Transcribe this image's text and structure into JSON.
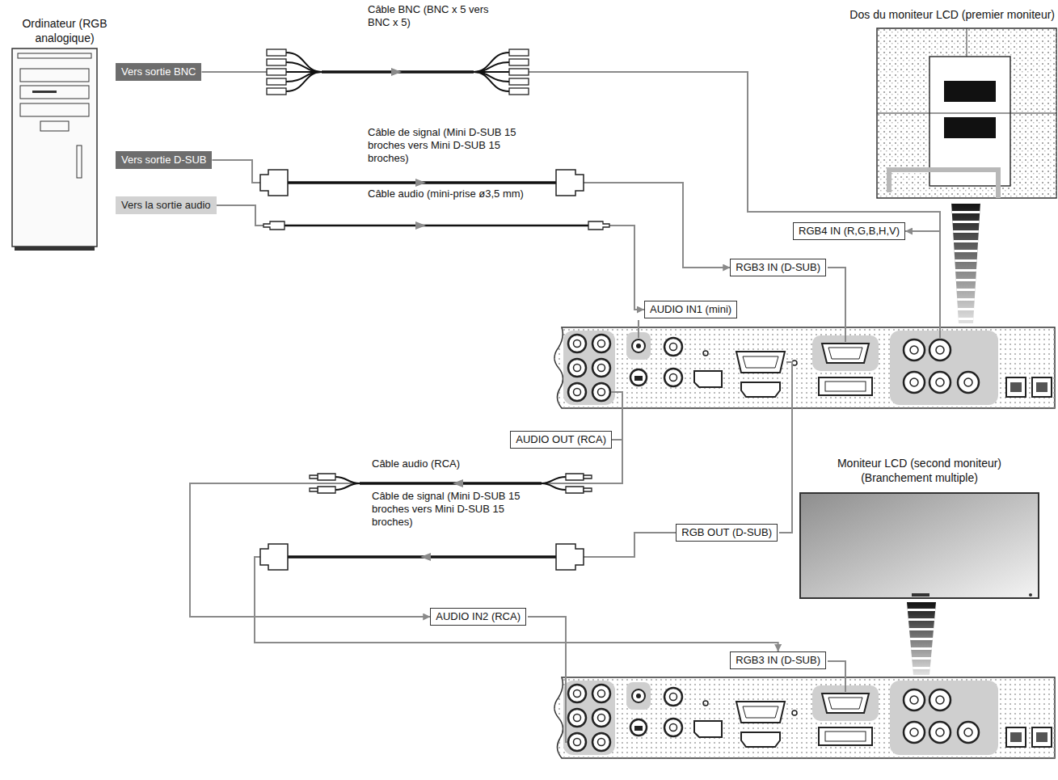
{
  "diagram": {
    "nodes": [
      {
        "text": [
          "Ordinateur (RGB analogique)"
        ]
      },
      {
        "text": [
          "Vers sortie BNC"
        ]
      },
      {
        "text": [
          "Vers sortie D-SUB"
        ]
      },
      {
        "text": [
          "Vers la sortie audio"
        ]
      },
      {
        "text": [
          "Dos du moniteur LCD (premier moniteur)"
        ]
      },
      {
        "text": [
          "RGB4 IN (R,G,B,H,V)"
        ]
      },
      {
        "text": [
          "RGB3 IN (D-SUB)"
        ]
      },
      {
        "text": [
          "AUDIO IN1 (mini)"
        ]
      },
      {
        "text": [
          "AUDIO OUT (RCA)"
        ]
      },
      {
        "text": [
          "Moniteur LCD (second moniteur) (Branchement multiple)"
        ]
      },
      {
        "text": [
          "RGB OUT (D-SUB)"
        ]
      },
      {
        "text": [
          "AUDIO IN2 (RCA)"
        ]
      },
      {
        "text": [
          "RGB3 IN (D-SUB)"
        ]
      }
    ],
    "edges": [
      {
        "from": 1,
        "to": 5,
        "arrow": "to",
        "label": "Câble BNC (BNC x 5 vers BNC x 5)"
      },
      {
        "from": 2,
        "to": 6,
        "arrow": "to",
        "label": "Câble de signal (Mini D-SUB 15 broches vers Mini D-SUB 15 broches)"
      },
      {
        "from": 3,
        "to": 7,
        "arrow": "to",
        "label": "Câble audio (mini-prise ø3,5 mm)"
      },
      {
        "from": 8,
        "to": 11,
        "arrow": "to",
        "label": "Câble audio (RCA)"
      },
      {
        "from": 10,
        "to": 12,
        "arrow": "to",
        "label": "Câble de signal (Mini D-SUB 15 broches vers Mini D-SUB 15 broches)"
      }
    ]
  }
}
